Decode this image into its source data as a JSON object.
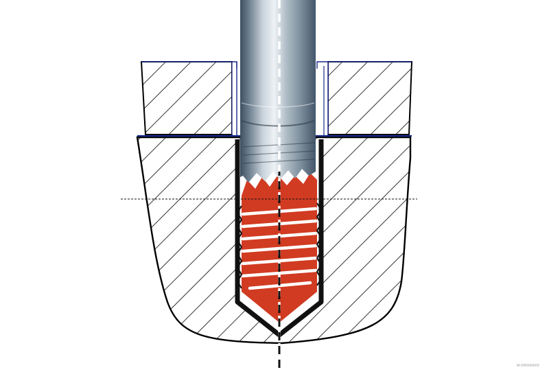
{
  "figure": {
    "colors": {
      "background": "#ffffff",
      "outline": "#000000",
      "insert_outline": "#1a2a8a",
      "broken_bolt": "#d13b22",
      "bolt_thread_lines": "#ffffff",
      "shaft_light": "#e8edf1",
      "shaft_mid": "#9fb0bd",
      "shaft_dark": "#4e6070"
    },
    "components": [
      "workpiece-body",
      "drill-guide-insert",
      "bore-hole",
      "broken-bolt-stump",
      "extractor-shaft",
      "center-axis-line",
      "reference-line"
    ]
  },
  "watermark": {
    "code_text": "M-045940000"
  }
}
